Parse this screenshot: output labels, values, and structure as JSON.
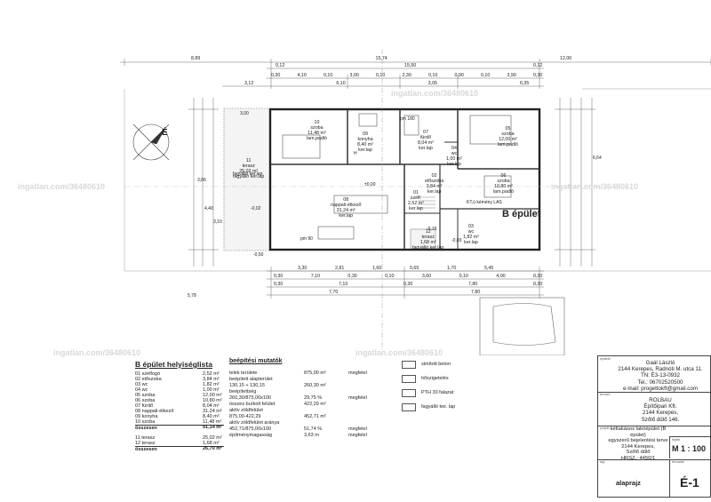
{
  "plan": {
    "building_label": "B épület",
    "north_label": "É",
    "watermark": "ingatlan.com/36480610",
    "rooms": [
      {
        "id": "10",
        "name": "szoba",
        "area": "11,48 m²",
        "finish": "lam.padló"
      },
      {
        "id": "09",
        "name": "konyha",
        "area": "8,40 m²",
        "finish": "ker.lap"
      },
      {
        "id": "07",
        "name": "fürdő",
        "area": "8,04 m²",
        "finish": "ker.lap"
      },
      {
        "id": "05",
        "name": "szoba",
        "area": "12,00 m²",
        "finish": "lam.padló"
      },
      {
        "id": "04",
        "name": "wc",
        "area": "1,00 m²",
        "finish": "ker.lap"
      },
      {
        "id": "02",
        "name": "előszoba",
        "area": "3,84 m²",
        "finish": "ker.lap"
      },
      {
        "id": "06",
        "name": "szoba",
        "area": "10,80 m²",
        "finish": "lam.padló"
      },
      {
        "id": "01",
        "name": "szélf.",
        "area": "2,52 m²",
        "finish": "ker.lap"
      },
      {
        "id": "08",
        "name": "nappali-étkező",
        "area": "31,24 m²",
        "finish": "ker.lap"
      },
      {
        "id": "11",
        "name": "terasz",
        "area": "25,02 m²",
        "finish": "fagyálló ker.lap"
      },
      {
        "id": "12",
        "name": "terasz",
        "area": "1,68 m²",
        "finish": "fagyálló ker.lap"
      },
      {
        "id": "03",
        "name": "wc",
        "area": "1,82 m²",
        "finish": "ker.lap"
      }
    ],
    "top_dims": {
      "row1": [
        "8,89",
        "15,74",
        "12,00"
      ],
      "row2": [
        "0,12",
        "15,50",
        "0,12"
      ],
      "row3": [
        "0,30",
        "4,10",
        "0,10",
        "3,00",
        "0,10",
        "2,30",
        "0,10",
        "0,90",
        "0,10",
        "3,90",
        "0,30"
      ],
      "row4": [
        "3,12",
        "6,10",
        "3,05",
        "6,35"
      ]
    },
    "bottom_dims": {
      "row1": [
        "3,30",
        "2,81",
        "1,60",
        "0,65",
        "1,70",
        "5,45"
      ],
      "row2": [
        "0,30",
        "7,10",
        "0,30",
        "0,10",
        "3,60",
        "0,10",
        "4,00",
        "0,30"
      ],
      "row3": [
        "0,30",
        "7,10",
        "0,30",
        "7,80",
        "0,30"
      ],
      "row4": [
        "7,70",
        "7,80"
      ]
    },
    "misc_labels": [
      "±0,00",
      "-0,02",
      "-0,50",
      "-0,15",
      "-0,03",
      "pm 180",
      "pm 90",
      "KT,ú kémény LAS",
      "fagyálló ker.lap",
      "3,00",
      "5,78",
      "6,64",
      "3,86",
      "4,40",
      "3,10",
      "H"
    ]
  },
  "helyiseg": {
    "title": "B épület helyiséglista",
    "rows": [
      [
        "01 szélfogó",
        "2,52 m²"
      ],
      [
        "02 előszoba",
        "3,84 m²"
      ],
      [
        "03 wc",
        "1,82 m²"
      ],
      [
        "04 wc",
        "1,00 m²"
      ],
      [
        "05 szoba",
        "12,00 m²"
      ],
      [
        "06 szoba",
        "10,80 m²"
      ],
      [
        "07 fürdő",
        "8,04 m²"
      ],
      [
        "08 nappali-étkező",
        "31,24 m²"
      ],
      [
        "09 konyha",
        "8,40 m²"
      ],
      [
        "10 szoba",
        "11,48 m²"
      ]
    ],
    "total1": [
      "összesen",
      "91,14 m²"
    ],
    "rows2": [
      [
        "11 terasz",
        "25,02 m²"
      ],
      [
        "12 terasz",
        "1,68 m²"
      ]
    ],
    "total2": [
      "összesen",
      "26,70 m²"
    ]
  },
  "mutatok": {
    "title": "beépítési mutatók",
    "rows": [
      [
        "telek területe",
        "875,00 m²",
        "megfelel"
      ],
      [
        "beépített alapterület",
        "",
        ""
      ],
      [
        "130,15 + 130,15",
        "260,30 m²",
        ""
      ],
      [
        "beépítettség",
        "",
        ""
      ],
      [
        "260,30/875,00x100",
        "29,75 %",
        "megfelel"
      ],
      [
        "összes burkolt felület",
        "422,29 m²",
        ""
      ],
      [
        "aktív zöldfelület",
        "",
        ""
      ],
      [
        "875,00-422,29",
        "452,71 m²",
        ""
      ],
      [
        "aktív zöldfelület aránya",
        "",
        ""
      ],
      [
        "452,71/875,00x100",
        "51,74 %",
        "megfelel"
      ],
      [
        "építménymagasság",
        "3,63 m",
        "megfelel"
      ]
    ]
  },
  "legend": [
    "simított beton",
    "hőszigetelés",
    "PTH 30 falazat",
    "fagyálló ker. lap"
  ],
  "titleblock": {
    "owner_label": "építtető",
    "owner": [
      "Gaál László",
      "2144 Kerepes, Radnóti M. utca 11.",
      "TN: É3-13-0932",
      "Tel.: 06702520500",
      "e-mail: progettokft@gmail.com"
    ],
    "designer_label": "tervező",
    "designer": [
      "ROLBAU",
      "Építőipari Kft.",
      "2144 Kerepes,",
      "Szőlő dűlő 146."
    ],
    "project_label": "projekt",
    "project": [
      "kétlakásos lakóépület (B épület)",
      "egyszerű bejelentési terve",
      "2144 Kerepes,",
      "Szőlő dűlő",
      "HRSZ.: 4450/1"
    ],
    "scale_label": "lépték",
    "scale": "M 1 : 100",
    "drawing_label": "rajz",
    "drawing": "alaprajz",
    "number_label": "tervszám",
    "number": "É-1"
  }
}
